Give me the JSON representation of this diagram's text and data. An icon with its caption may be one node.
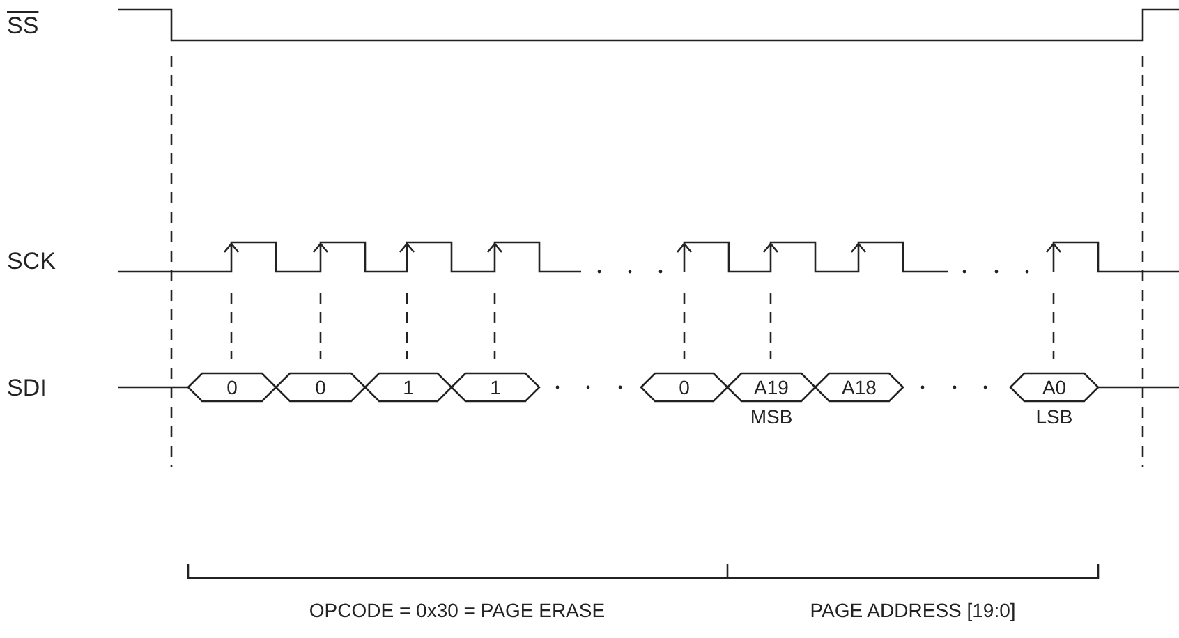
{
  "diagram": {
    "nodes": [
      {
        "text": [
          "0"
        ]
      },
      {
        "text": [
          "0"
        ]
      },
      {
        "text": [
          "1"
        ]
      },
      {
        "text": [
          "1"
        ]
      },
      {
        "text": [
          "0"
        ]
      },
      {
        "text": [
          "A19"
        ],
        "beside": [
          "MSB"
        ]
      },
      {
        "text": [
          "A18"
        ]
      },
      {
        "text": [
          "A0"
        ],
        "beside": [
          "LSB"
        ]
      }
    ],
    "labels": [
      "SS",
      "SCK",
      "SDI",
      "OPCODE = 0x30 = PAGE ERASE",
      "PAGE ADDRESS [19:0]"
    ]
  }
}
